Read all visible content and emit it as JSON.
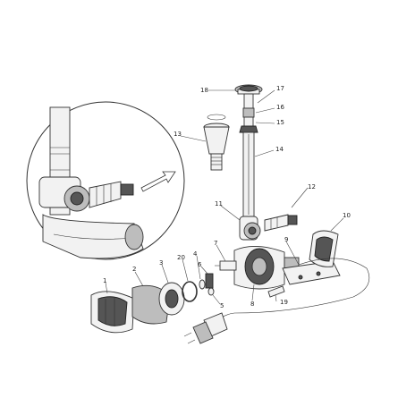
{
  "diagram": {
    "labels": [
      "1",
      "2",
      "3",
      "20",
      "4",
      "6",
      "5",
      "7",
      "8",
      "9",
      "10",
      "11",
      "12",
      "13",
      "14",
      "15",
      "16",
      "17",
      "18",
      "19"
    ]
  }
}
